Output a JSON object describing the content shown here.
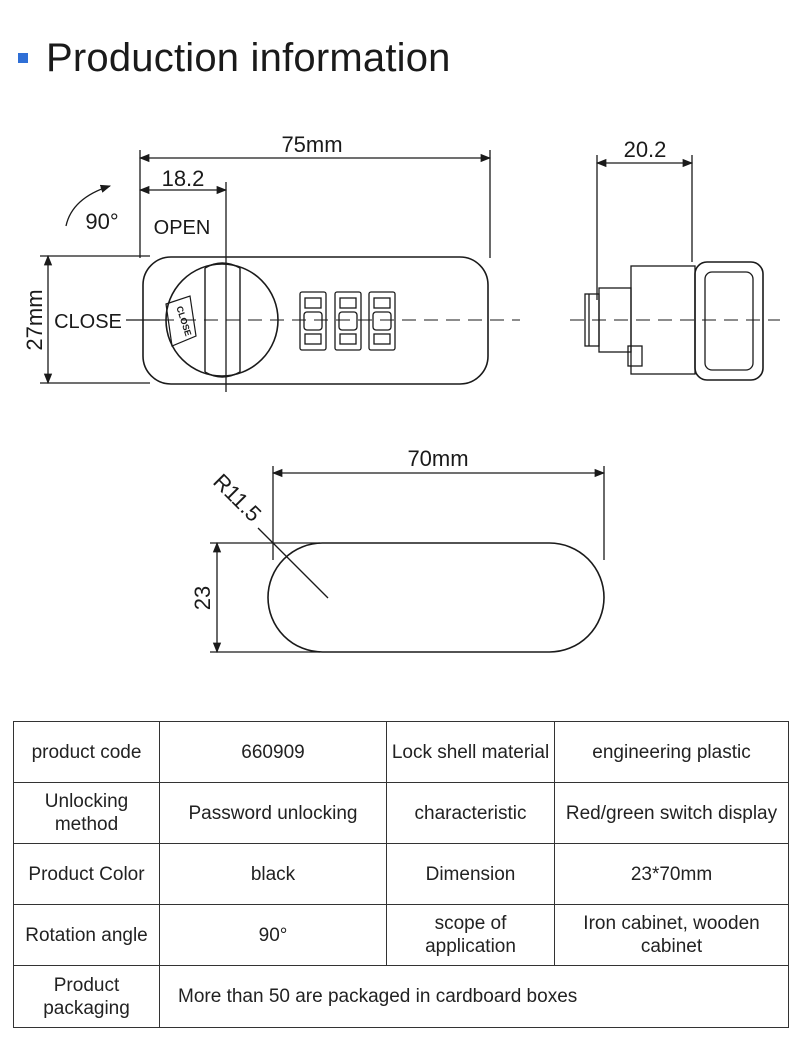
{
  "header": {
    "title": "Production information"
  },
  "diagram": {
    "front": {
      "width_label": "75mm",
      "offset_label": "18.2",
      "height_label": "27mm",
      "rotation_label": "90°",
      "open_label": "OPEN",
      "close_label": "CLOSE",
      "knob_text": "CLOSE"
    },
    "side": {
      "depth_label": "20.2"
    },
    "bottom": {
      "width_label": "70mm",
      "height_label": "23",
      "radius_label": "R11.5"
    }
  },
  "specs": {
    "rows": [
      [
        "product code",
        "660909",
        "Lock shell material",
        "engineering plastic"
      ],
      [
        "Unlocking method",
        "Password unlocking",
        "characteristic",
        "Red/green switch display"
      ],
      [
        "Product Color",
        "black",
        "Dimension",
        "23*70mm"
      ],
      [
        "Rotation angle",
        "90°",
        "scope of application",
        "Iron cabinet, wooden cabinet"
      ]
    ],
    "packaging_label": "Product packaging",
    "packaging_value": "More than 50 are packaged in cardboard boxes"
  }
}
